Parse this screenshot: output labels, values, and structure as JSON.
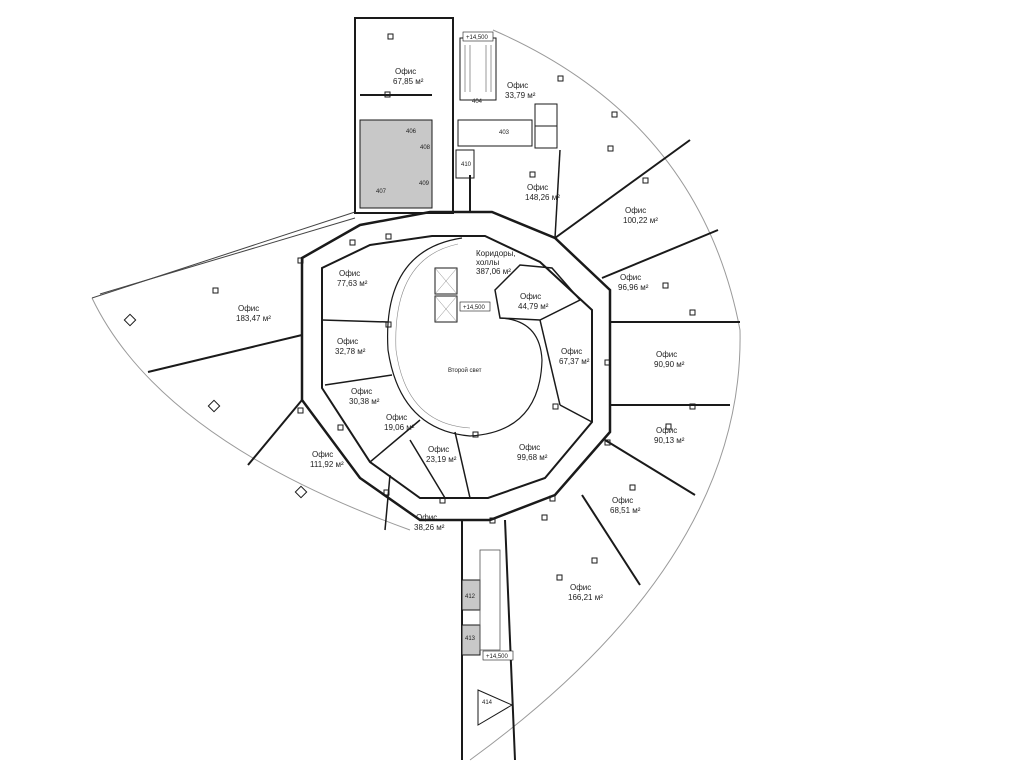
{
  "rooms": [
    {
      "id": "office-67-85",
      "name": "Офис",
      "area": "67,85 м²"
    },
    {
      "id": "office-33-79",
      "name": "Офис",
      "area": "33,79 м²"
    },
    {
      "id": "office-148-26",
      "name": "Офис",
      "area": "148,26 м²"
    },
    {
      "id": "office-100-22",
      "name": "Офис",
      "area": "100,22 м²"
    },
    {
      "id": "office-96-96",
      "name": "Офис",
      "area": "96,96 м²"
    },
    {
      "id": "office-90-90",
      "name": "Офис",
      "area": "90,90 м²"
    },
    {
      "id": "office-90-13",
      "name": "Офис",
      "area": "90,13 м²"
    },
    {
      "id": "office-68-51",
      "name": "Офис",
      "area": "68,51 м²"
    },
    {
      "id": "office-166-21",
      "name": "Офис",
      "area": "166,21 м²"
    },
    {
      "id": "office-99-68",
      "name": "Офис",
      "area": "99,68 м²"
    },
    {
      "id": "office-67-37",
      "name": "Офис",
      "area": "67,37 м²"
    },
    {
      "id": "office-44-79",
      "name": "Офис",
      "area": "44,79 м²"
    },
    {
      "id": "office-77-63",
      "name": "Офис",
      "area": "77,63 м²"
    },
    {
      "id": "office-32-78",
      "name": "Офис",
      "area": "32,78 м²"
    },
    {
      "id": "office-30-38",
      "name": "Офис",
      "area": "30,38 м²"
    },
    {
      "id": "office-19-06",
      "name": "Офис",
      "area": "19,06 м²"
    },
    {
      "id": "office-23-19",
      "name": "Офис",
      "area": "23,19 м²"
    },
    {
      "id": "office-183-47",
      "name": "Офис",
      "area": "183,47 м²"
    },
    {
      "id": "office-111-92",
      "name": "Офис",
      "area": "111,92 м²"
    },
    {
      "id": "office-38-26",
      "name": "Офис",
      "area": "38,26 м²"
    }
  ],
  "corridors": {
    "name": "Коридоры,",
    "name2": "холлы",
    "area": "387,06 м²"
  },
  "atrium": {
    "label": "Второй свет"
  },
  "room_numbers": [
    "403",
    "404",
    "406",
    "407",
    "408",
    "409",
    "410",
    "412",
    "413",
    "414"
  ],
  "levels": [
    "+14,500",
    "+14,500",
    "+14,500"
  ],
  "colors": {
    "wall": "#1a1a1a",
    "service_fill": "#c8c8c8",
    "glazing": "#9a9a9a"
  }
}
